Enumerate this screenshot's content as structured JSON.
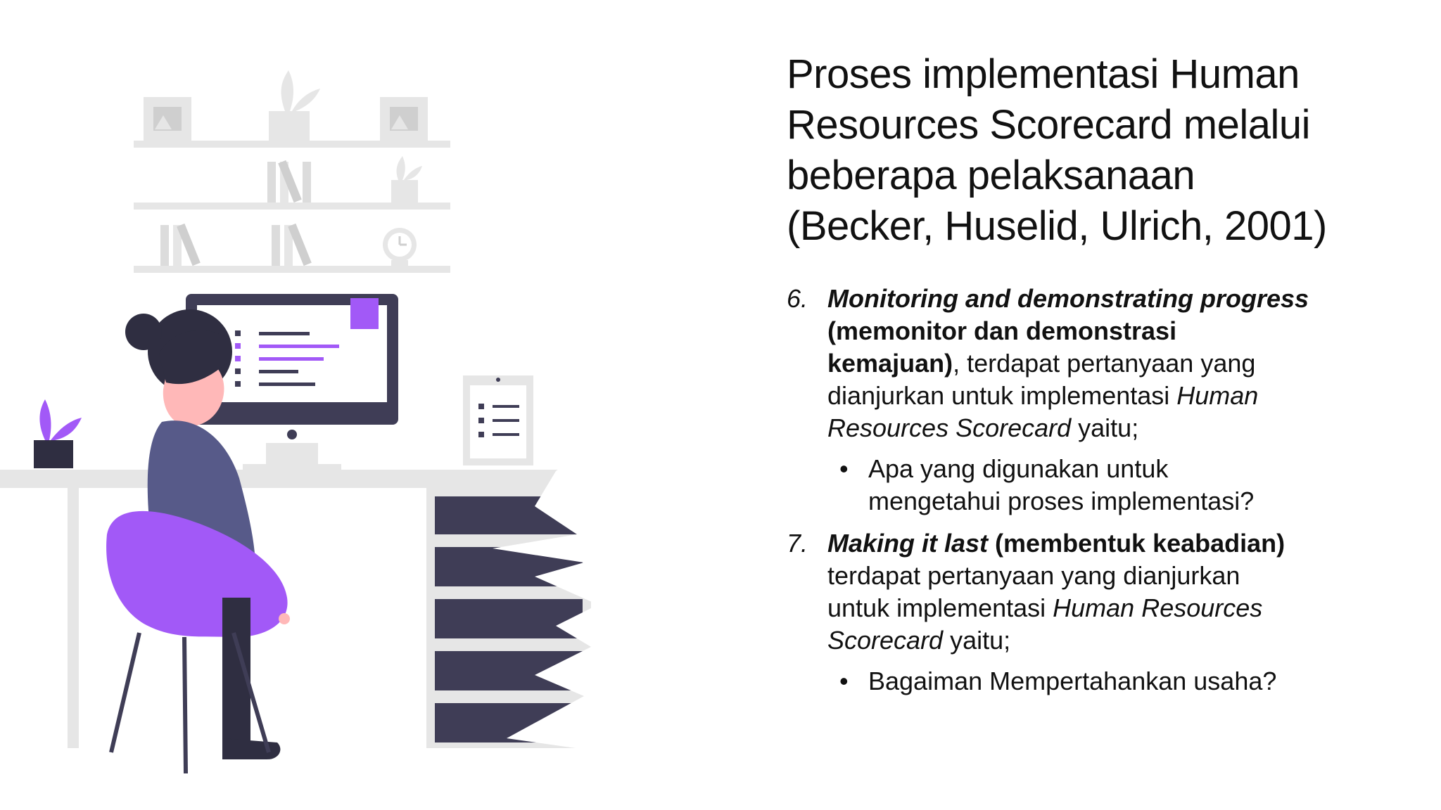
{
  "title": {
    "lines": [
      "Proses implementasi Human",
      "Resources Scorecard melalui",
      "beberapa pelaksanaan",
      "(Becker, Huselid, Ulrich, 2001)"
    ]
  },
  "items": [
    {
      "number": "6.",
      "heading": "Monitoring and demonstrating progress",
      "heading_translation_l1": "(memonitor dan demonstrasi",
      "heading_translation_l2": "kemajuan)",
      "text_l2": ", terdapat pertanyaan yang",
      "text_l3a": "dianjurkan untuk implementasi ",
      "text_l3b": "Human",
      "text_l4a": "Resources Scorecard",
      "text_l4b": " yaitu;",
      "bullet_l1": "Apa yang digunakan untuk",
      "bullet_l2": "mengetahui proses implementasi?"
    },
    {
      "number": "7.",
      "heading": "Making it last",
      "heading_translation": " (membentuk keabadian)",
      "text_l2": "terdapat pertanyaan yang dianjurkan",
      "text_l3a": "untuk implementasi ",
      "text_l3b": "Human Resources",
      "text_l4a": "Scorecard",
      "text_l4b": " yaitu;",
      "bullet_l1": "Bagaiman Mempertahankan usaha?"
    }
  ],
  "bullet_symbol": "•",
  "colors": {
    "accent": "#a259f7",
    "dark": "#3f3d56",
    "light_gray": "#e6e6e6",
    "skin": "#ffb8b8",
    "hair": "#2f2e41"
  }
}
